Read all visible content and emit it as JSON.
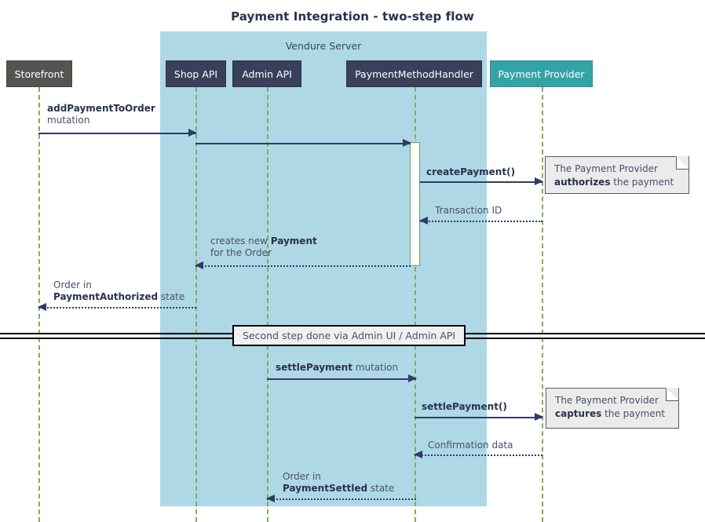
{
  "diagram": {
    "title": "Payment Integration - two-step flow",
    "type": "sequence-diagram",
    "colors": {
      "group_background": "#aed8e6",
      "participant_dark": "#3a3f5c",
      "participant_grey": "#565450",
      "participant_teal": "#34a3a8",
      "lifeline": "#7fae5e",
      "message": "#2f3a68",
      "note_background": "#ebebeb",
      "title_text": "#2a3050"
    }
  },
  "group": {
    "label": "Vendure Server"
  },
  "participants": [
    {
      "id": "storefront",
      "label": "Storefront",
      "style": "grey"
    },
    {
      "id": "shop-api",
      "label": "Shop API",
      "style": "dark"
    },
    {
      "id": "admin-api",
      "label": "Admin API",
      "style": "dark"
    },
    {
      "id": "handler",
      "label": "PaymentMethodHandler",
      "style": "dark"
    },
    {
      "id": "provider",
      "label": "Payment Provider",
      "style": "teal"
    }
  ],
  "messages": [
    {
      "id": "add-payment-to-order",
      "from": "storefront",
      "to": "shop-api",
      "kind": "solid",
      "direction": "right",
      "label_bold": "addPaymentToOrder",
      "label_rest": "",
      "label_line2": "mutation"
    },
    {
      "id": "shop-api-to-handler",
      "from": "shop-api",
      "to": "handler",
      "kind": "solid",
      "direction": "right",
      "label_bold": "",
      "label_rest": "",
      "label_line2": ""
    },
    {
      "id": "create-payment",
      "from": "handler",
      "to": "provider",
      "kind": "solid",
      "direction": "right",
      "label_bold": "createPayment()",
      "label_rest": "",
      "label_line2": ""
    },
    {
      "id": "transaction-id",
      "from": "provider",
      "to": "handler",
      "kind": "dotted",
      "direction": "left",
      "label_bold": "",
      "label_rest": "Transaction ID",
      "label_line2": ""
    },
    {
      "id": "creates-new-payment",
      "from": "handler",
      "to": "shop-api",
      "kind": "dotted",
      "direction": "left",
      "label_bold": "Payment",
      "label_rest": "creates new ",
      "label_line2": "for the Order"
    },
    {
      "id": "order-payment-authorized",
      "from": "shop-api",
      "to": "storefront",
      "kind": "dotted",
      "direction": "left",
      "label_bold": "PaymentAuthorized",
      "label_rest": " state",
      "label_line2": "Order in"
    },
    {
      "id": "settle-payment-mutation",
      "from": "admin-api-src",
      "to": "admin-api",
      "kind": "solid",
      "direction": "right",
      "label_bold": "settlePayment",
      "label_rest": " mutation",
      "label_line2": ""
    },
    {
      "id": "settle-payment-call",
      "from": "handler",
      "to": "provider",
      "kind": "solid",
      "direction": "right",
      "label_bold": "settlePayment()",
      "label_rest": "",
      "label_line2": ""
    },
    {
      "id": "confirmation-data",
      "from": "provider",
      "to": "handler",
      "kind": "dotted",
      "direction": "left",
      "label_bold": "",
      "label_rest": "Confirmation data",
      "label_line2": ""
    },
    {
      "id": "order-payment-settled",
      "from": "handler",
      "to": "admin-api",
      "kind": "dotted",
      "direction": "left",
      "label_bold": "PaymentSettled",
      "label_rest": " state",
      "label_line2": "Order in"
    }
  ],
  "notes": [
    {
      "id": "note-authorizes",
      "line1": "The Payment Provider",
      "bold": "authorizes",
      "rest": " the payment"
    },
    {
      "id": "note-captures",
      "line1": "The Payment Provider",
      "bold": "captures",
      "rest": " the payment"
    }
  ],
  "divider": {
    "label": "Second step done via Admin UI / Admin API"
  }
}
